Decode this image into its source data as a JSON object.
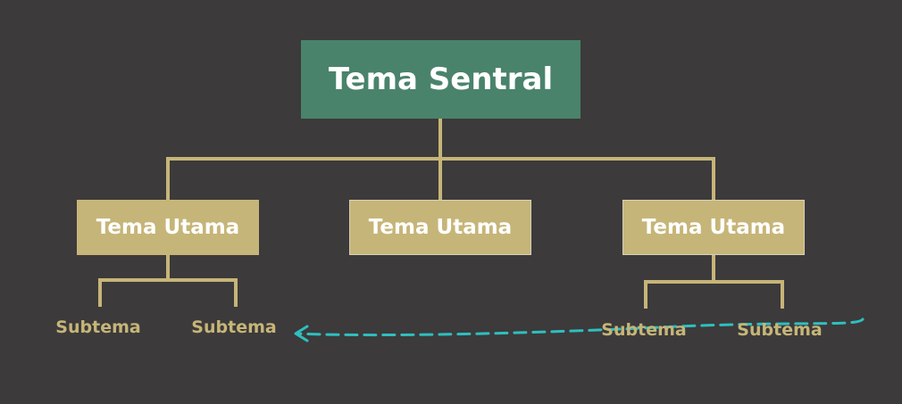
{
  "central_topic": {
    "label": "Tema Sentral"
  },
  "main_topics": [
    {
      "label": "Tema Utama"
    },
    {
      "label": "Tema Utama"
    },
    {
      "label": "Tema Utama"
    }
  ],
  "subtopics_left": [
    {
      "label": "Subtema"
    },
    {
      "label": "Subtema"
    }
  ],
  "subtopics_right": [
    {
      "label": "Subtema"
    },
    {
      "label": "Subtema"
    }
  ],
  "colors": {
    "background": "#3c3a3b",
    "central_fill": "#4a836b",
    "main_fill": "#c6b578",
    "connector": "#c6b578",
    "arrow": "#2fbfbf",
    "label_text": "#ffffff",
    "subtopic_text": "#c6b578"
  }
}
